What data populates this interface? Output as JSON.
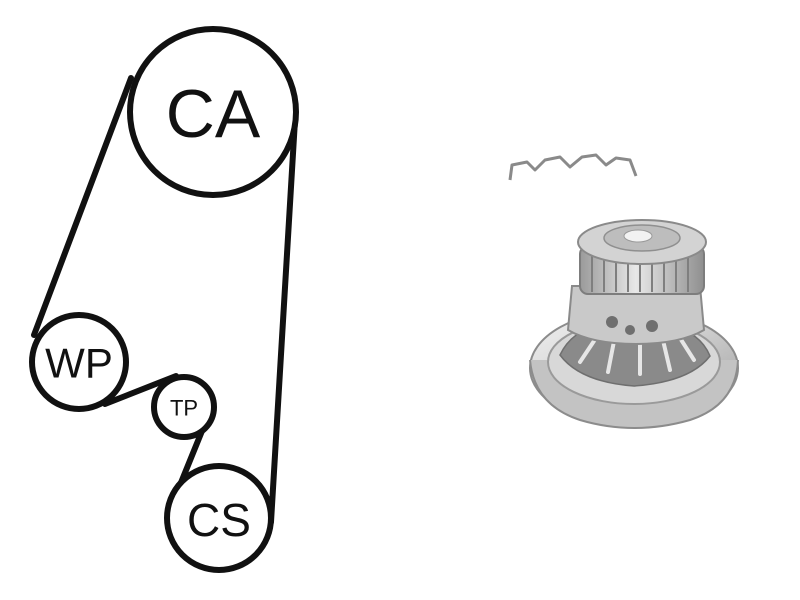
{
  "diagram": {
    "pulleys": [
      {
        "id": "CA",
        "label": "CA"
      },
      {
        "id": "WP",
        "label": "WP"
      },
      {
        "id": "TP",
        "label": "TP"
      },
      {
        "id": "CS",
        "label": "CS"
      }
    ]
  },
  "colors": {
    "line": "#111111",
    "background": "#ffffff",
    "pump_light": "#e2e2e2",
    "pump_mid": "#b9b9b9",
    "pump_dark": "#7d7d7d",
    "gasket": "#8a8a8a"
  },
  "illustrations": [
    {
      "name": "gasket-wire",
      "description_visible": false
    },
    {
      "name": "water-pump",
      "description_visible": false
    }
  ]
}
